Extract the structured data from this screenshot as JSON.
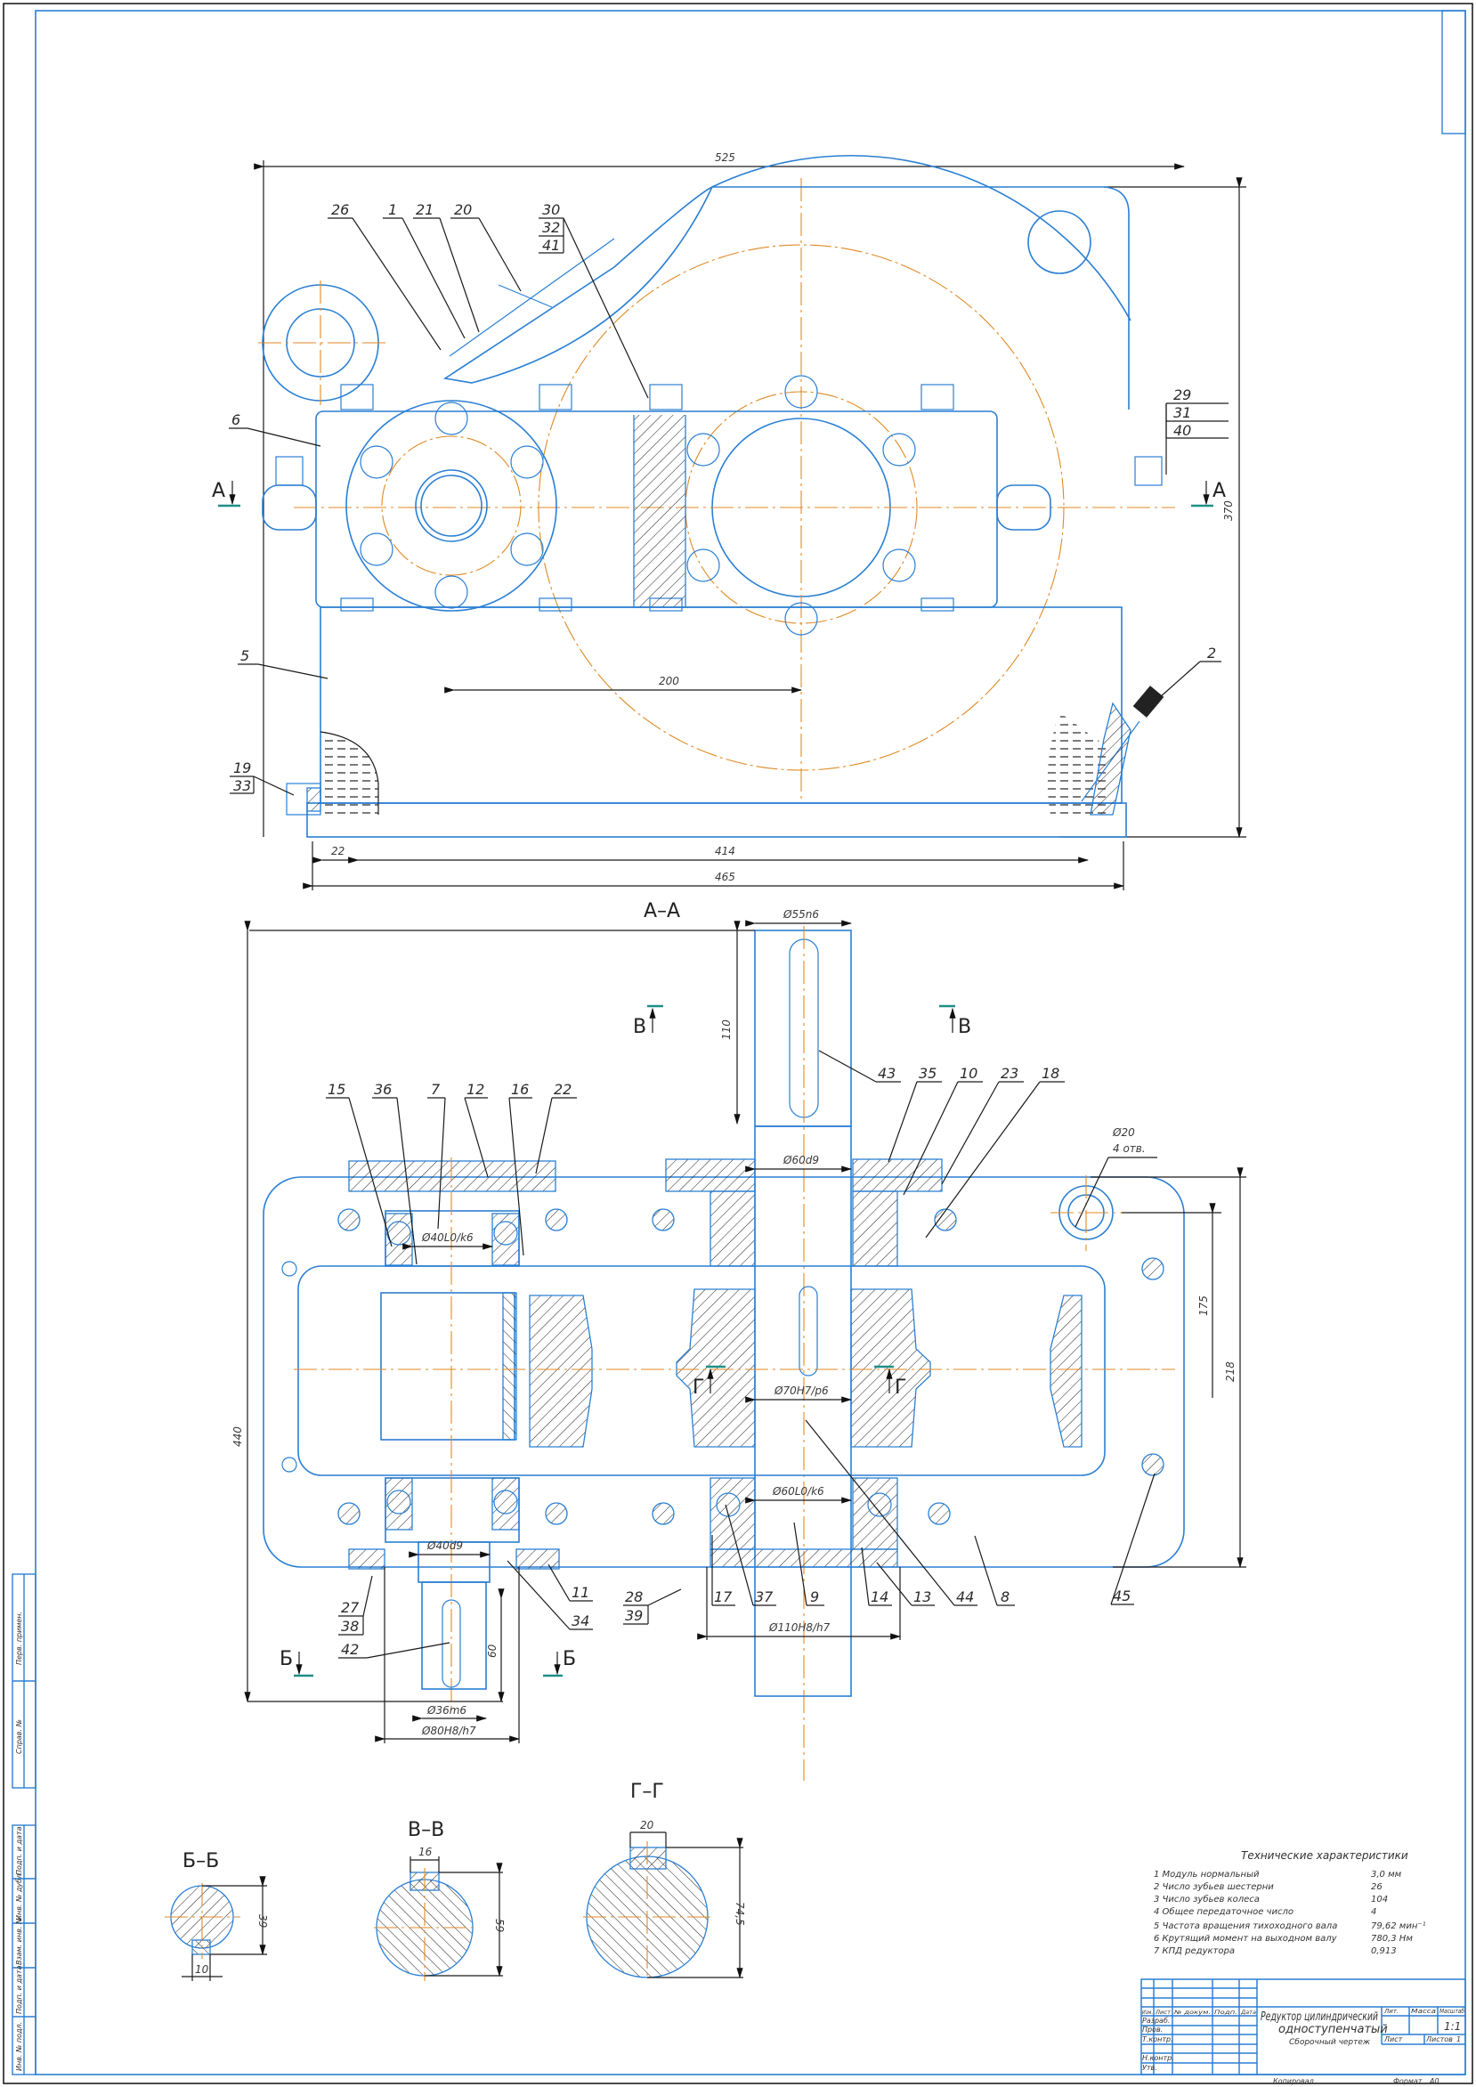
{
  "drawing": {
    "title_line1": "Редуктор цилиндрический",
    "title_line2": "одноступенчатый",
    "subtitle": "Сборочный чертеж",
    "scale": "1:1",
    "sheet_label": "Лист",
    "sheets_label": "Листов",
    "sheets_count": "1",
    "lit_label": "Лит.",
    "mass_label": "Масса",
    "scale_label": "Масштаб",
    "copied_label": "Копировал",
    "format_label": "Формат",
    "format_value": "A0",
    "columns": [
      "Изм.",
      "Лист",
      "№ докум.",
      "Подп.",
      "Дата"
    ],
    "roles": [
      "Разраб.",
      "Пров.",
      "Т.контр.",
      "",
      "Н.контр.",
      "Утв."
    ]
  },
  "side_stamp": [
    "Перв. примен.",
    "Справ. №",
    "Подп. и дата",
    "Инв. № дубл.",
    "Взам. инв. №",
    "Подп. и дата",
    "Инв. № подл."
  ],
  "specs": {
    "title": "Технические характеристики",
    "items": [
      {
        "label": "1 Модуль нормальный",
        "value": "3,0 мм"
      },
      {
        "label": "2 Число зубьев шестерни",
        "value": "26"
      },
      {
        "label": "3 Число зубьев колеса",
        "value": "104"
      },
      {
        "label": "4 Общее передаточное число",
        "value": "4"
      },
      {
        "label": "5 Частота вращения тихоходного вала",
        "value": "79,62 мин⁻¹"
      },
      {
        "label": "6 Крутящий момент на выходном валу",
        "value": "780,3 Нм"
      },
      {
        "label": "7 КПД редуктора",
        "value": "0,913"
      }
    ]
  },
  "front_view": {
    "dims": {
      "width_total": "525",
      "height_total": "370",
      "center_distance": "200",
      "d22": "22",
      "d414": "414",
      "d465": "465"
    },
    "section_marks": [
      "А",
      "А"
    ],
    "callouts": [
      "26",
      "1",
      "21",
      "20",
      "30",
      "32",
      "41",
      "6",
      "5",
      "29",
      "31",
      "40",
      "2",
      "19",
      "33"
    ]
  },
  "section_aa": {
    "title": "А–А",
    "dims": {
      "out_shaft_d": "Ø55n6",
      "out_shaft_len": "110",
      "seal_d": "Ø60d9",
      "hole": "Ø20",
      "hole_count": "4 отв.",
      "d175": "175",
      "d218": "218",
      "d440": "440",
      "bearing_in": "Ø40L0/k6",
      "gear_fit": "Ø70H7/p6",
      "bearing_out": "Ø60L0/k6",
      "in_seal": "Ø40d9",
      "in_shaft_d": "Ø36m6",
      "in_cover": "Ø80H8/h7",
      "in_len": "60",
      "out_cover": "Ø110H8/h7"
    },
    "marks": {
      "v": "В",
      "b": "Б",
      "g": "Г"
    },
    "callouts_top": [
      "15",
      "36",
      "7",
      "12",
      "16",
      "22",
      "43",
      "35",
      "10",
      "23",
      "18"
    ],
    "callouts_bottom": [
      "27",
      "38",
      "42",
      "11",
      "34",
      "28",
      "39",
      "17",
      "37",
      "9",
      "14",
      "13",
      "44",
      "8",
      "45"
    ]
  },
  "sections": [
    {
      "title": "Б–Б",
      "height": "39",
      "key": "10"
    },
    {
      "title": "В–В",
      "height": "59",
      "key": "16"
    },
    {
      "title": "Г–Г",
      "height": "74,5",
      "key": "20"
    }
  ]
}
